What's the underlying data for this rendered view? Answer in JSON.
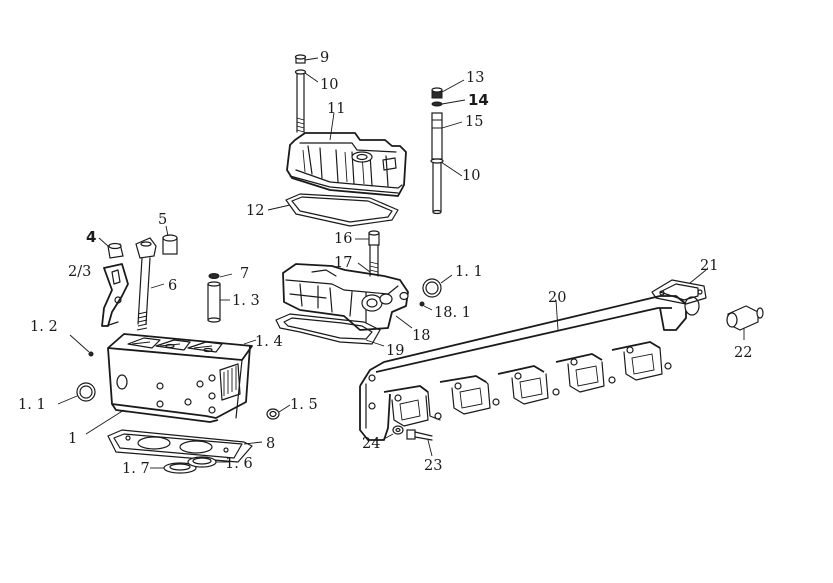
{
  "labels": {
    "l9": "9",
    "l10a": "10",
    "l11": "11",
    "l12": "12",
    "l13": "13",
    "l14": "14",
    "l15": "15",
    "l10b": "10",
    "l16": "16",
    "l17": "17",
    "l1_1r": "1. 1",
    "l18_1": "18. 1",
    "l18": "18",
    "l19": "19",
    "l20": "20",
    "l21": "21",
    "l22": "22",
    "l4": "4",
    "l5": "5",
    "l2_3": "2/3",
    "l6": "6",
    "l7": "7",
    "l1_3": "1. 3",
    "l1_2": "1. 2",
    "l1_4": "1. 4",
    "l1_1l": "1. 1",
    "l1": "1",
    "l1_5": "1. 5",
    "l8": "8",
    "l1_7": "1. 7",
    "l1_6": "1. 6",
    "l24": "24",
    "l23": "23"
  }
}
